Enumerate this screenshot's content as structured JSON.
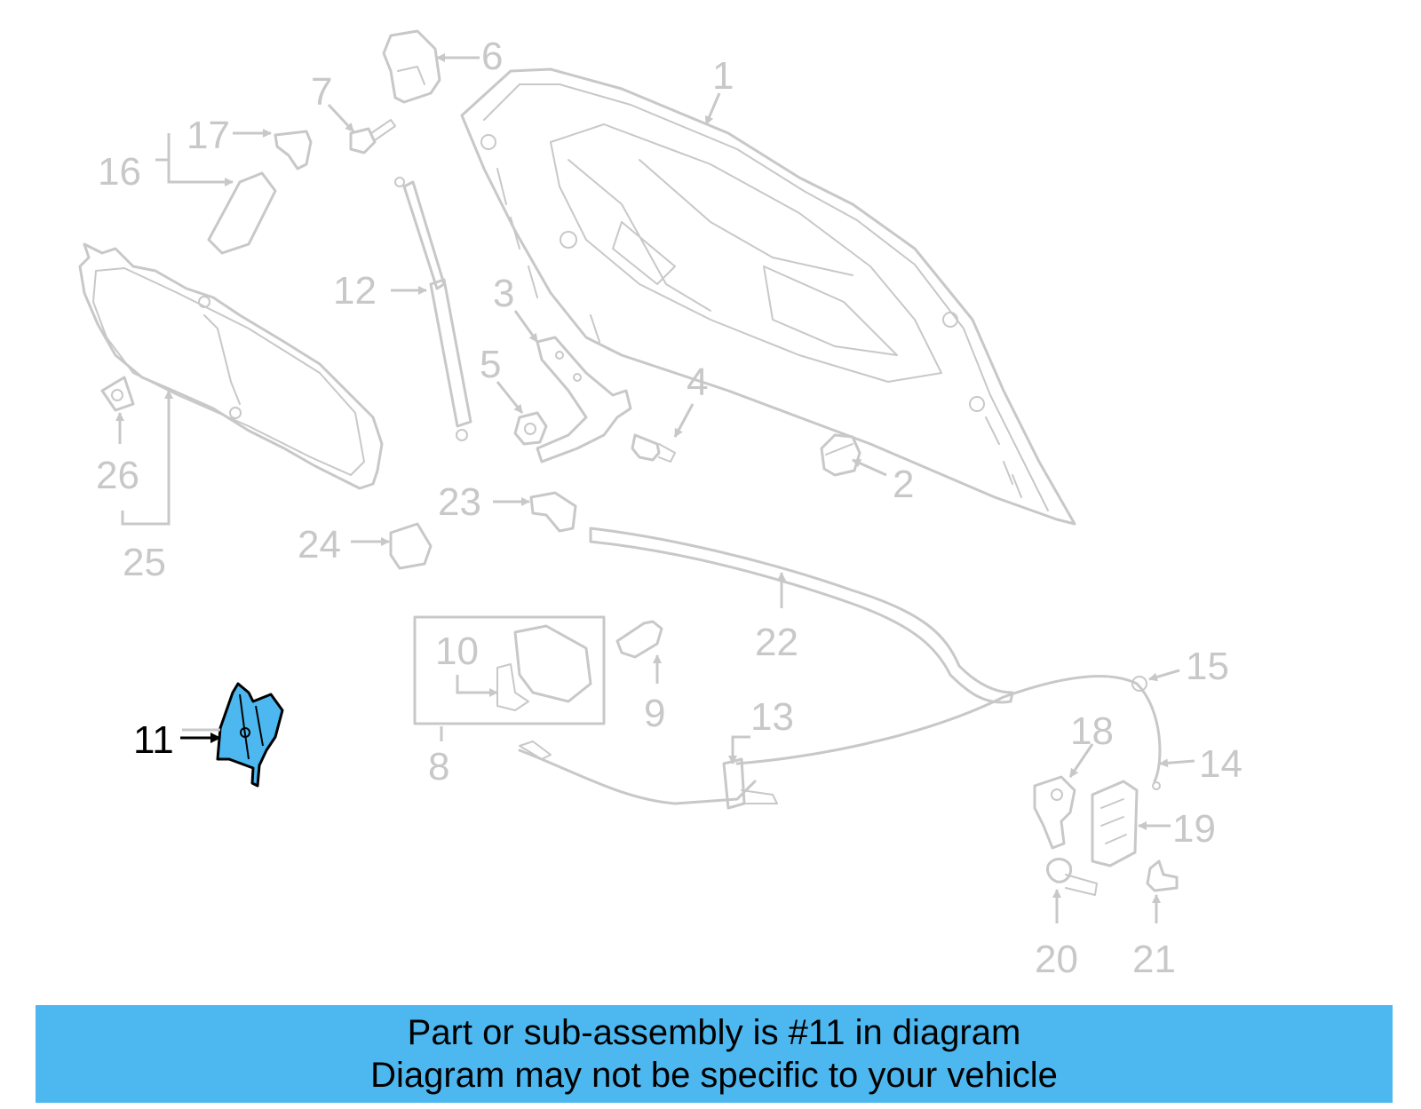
{
  "diagram": {
    "highlighted_part": "11",
    "callouts": [
      "1",
      "2",
      "3",
      "4",
      "5",
      "6",
      "7",
      "8",
      "9",
      "10",
      "11",
      "12",
      "13",
      "14",
      "15",
      "16",
      "17",
      "18",
      "19",
      "20",
      "21",
      "22",
      "23",
      "24",
      "25",
      "26"
    ]
  },
  "caption": {
    "line1": "Part or sub-assembly is #11 in diagram",
    "line2": "Diagram may not be specific to your vehicle"
  },
  "colors": {
    "highlight": "#4db8f0",
    "parts": "#c8c8c8",
    "banner": "#4db8f0"
  }
}
